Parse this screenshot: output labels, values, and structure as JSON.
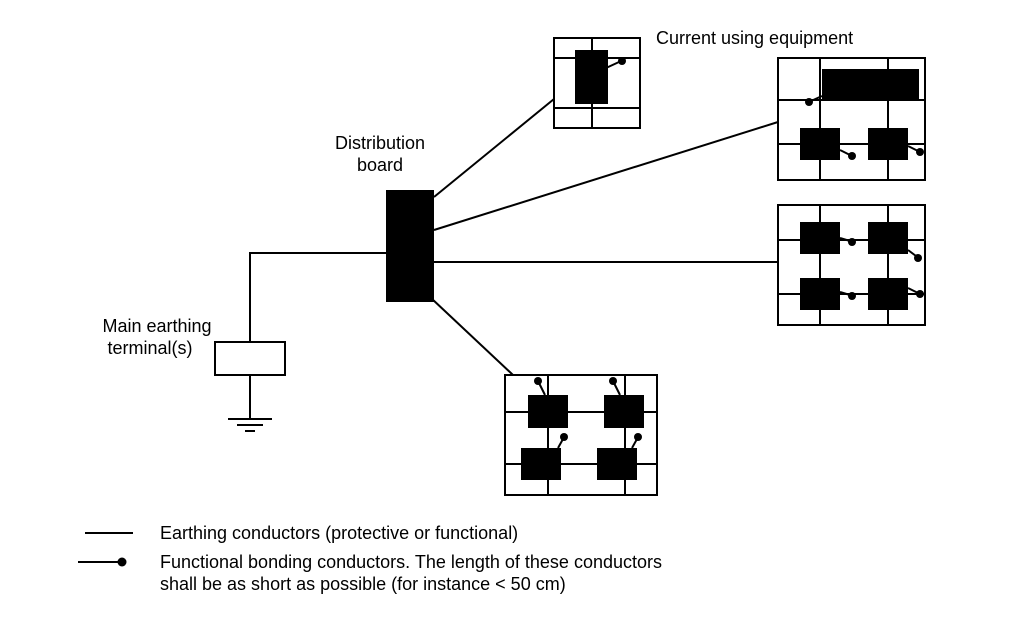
{
  "labels": {
    "current_using_equipment": "Current using equipment",
    "distribution_board_line1": "Distribution",
    "distribution_board_line2": "board",
    "main_earthing_line1": "Main earthing",
    "main_earthing_line2": "terminal(s)"
  },
  "legend": {
    "earthing_label": "Earthing conductors (protective or functional)",
    "bonding_label_line1": "Functional bonding conductors. The length of these conductors",
    "bonding_label_line2": "shall be as short as possible (for instance < 50 cm)"
  },
  "colors": {
    "ink": "#000000",
    "background": "#ffffff"
  }
}
